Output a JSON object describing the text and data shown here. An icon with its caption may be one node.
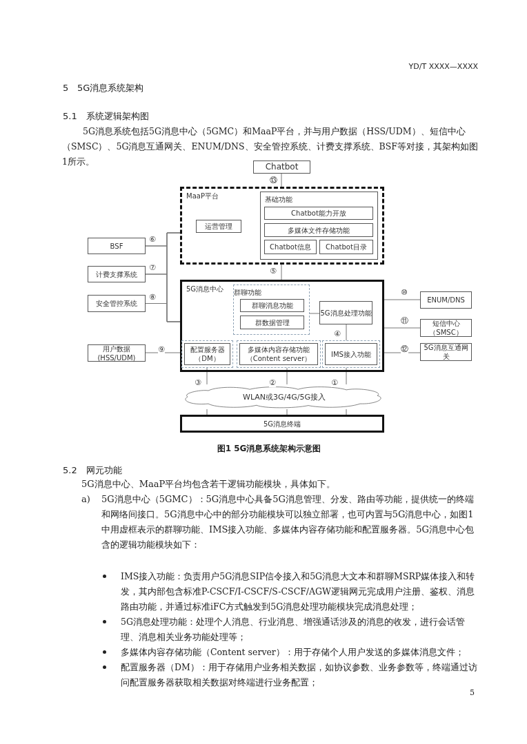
{
  "diagram": {
    "caption": "图1  5G消息系统架构示意图",
    "nodes": [
      {
        "text": [
          "Chatbot"
        ]
      },
      {
        "text": [
          "MaaP平台"
        ]
      },
      {
        "text": [
          "运营管理"
        ],
        "in": 1
      },
      {
        "text": [
          "基础功能"
        ],
        "in": 1
      },
      {
        "text": [
          "Chatbot能力开放"
        ],
        "in": 3
      },
      {
        "text": [
          "多媒体文件存储功能"
        ],
        "in": 3
      },
      {
        "text": [
          "Chatbot信息"
        ],
        "in": 3
      },
      {
        "text": [
          "Chatbot目录"
        ],
        "in": 3
      },
      {
        "text": [
          "BSF"
        ]
      },
      {
        "text": [
          "计费支撑系统"
        ]
      },
      {
        "text": [
          "安全管控系统"
        ]
      },
      {
        "text": [
          "用户数据(HSS/UDM)"
        ]
      },
      {
        "text": [
          "5G消息中心"
        ]
      },
      {
        "text": [
          "群聊功能"
        ],
        "in": 12
      },
      {
        "text": [
          "群聊消息功能"
        ],
        "in": 13
      },
      {
        "text": [
          "群数据管理"
        ],
        "in": 13
      },
      {
        "text": [
          "5G消息处理功能"
        ],
        "in": 12
      },
      {
        "text": [
          "配置服务器（DM）"
        ],
        "in": 12
      },
      {
        "text": [
          "多媒体内容存储功能（Content server）"
        ],
        "in": 12
      },
      {
        "text": [
          "IMS接入功能"
        ],
        "in": 12
      },
      {
        "text": [
          "ENUM/DNS"
        ]
      },
      {
        "text": [
          "短信中心（SMSC）"
        ]
      },
      {
        "text": [
          "5G消息互通网关"
        ]
      },
      {
        "text": [
          "WLAN或3G/4G/5G接入"
        ]
      },
      {
        "text": [
          "5G消息终端"
        ]
      }
    ],
    "edges": [
      {
        "from": 0,
        "to": 1,
        "arrow": "none",
        "label": "⑬"
      },
      {
        "from": 8,
        "to": 1,
        "arrow": "none",
        "label": "⑥"
      },
      {
        "from": 8,
        "to": 12,
        "arrow": "none"
      },
      {
        "from": 9,
        "to": 1,
        "arrow": "none",
        "label": "⑦"
      },
      {
        "from": 9,
        "to": 12,
        "arrow": "none"
      },
      {
        "from": 10,
        "to": 1,
        "arrow": "none",
        "label": "⑧"
      },
      {
        "from": 10,
        "to": 12,
        "arrow": "none"
      },
      {
        "from": 1,
        "to": 12,
        "arrow": "none",
        "label": "⑤"
      },
      {
        "from": 11,
        "to": 12,
        "arrow": "none",
        "label": "⑨"
      },
      {
        "from": 12,
        "to": 20,
        "arrow": "none",
        "label": "⑩"
      },
      {
        "from": 12,
        "to": 21,
        "arrow": "none",
        "label": "⑪"
      },
      {
        "from": 12,
        "to": 22,
        "arrow": "none",
        "label": "⑫"
      },
      {
        "from": 13,
        "to": 16,
        "arrow": "none"
      },
      {
        "from": 16,
        "to": 19,
        "arrow": "none",
        "label": "④"
      },
      {
        "from": 19,
        "to": 23,
        "arrow": "none",
        "label": "①"
      },
      {
        "from": 18,
        "to": 23,
        "arrow": "none",
        "label": "②"
      },
      {
        "from": 17,
        "to": 23,
        "arrow": "none",
        "label": "③"
      },
      {
        "from": 23,
        "to": 24,
        "arrow": "none"
      },
      {
        "from": 23,
        "to": 24,
        "arrow": "none"
      },
      {
        "from": 23,
        "to": 24,
        "arrow": "none"
      }
    ],
    "labels": [
      "YD/T XXXX—XXXX",
      "5",
      "5G消息系统架构",
      "5.1",
      "系统逻辑架构图",
      "5G消息系统包括5G消息中心（5GMC）和MaaP平台，并与用户数据（HSS/UDM）、短信中心（SMSC）、5G消息互通网关、ENUM/DNS、安全管控系统、计费支撑系统、BSF等对接，其架构如图1所示。",
      "5.2",
      "网元功能",
      "5G消息中心、MaaP平台均包含若干逻辑功能模块，具体如下。",
      "a)",
      "5G消息中心（5GMC）：5G消息中心具备5G消息管理、分发、路由等功能，提供统一的终端和网络间接口。5G消息中心中的部分功能模块可以独立部署，也可内置与5G消息中心，如图1中用虚框表示的群聊功能、IMS接入功能、多媒体内容存储功能和配置服务器。5G消息中心包含的逻辑功能模块如下：",
      "IMS接入功能：负责用户5G消息SIP信令接入和5G消息大文本和群聊MSRP媒体接入和转发，其内部包含标准P-CSCF/I-CSCF/S-CSCF/AGW逻辑网元完成用户注册、鉴权、消息路由功能，并通过标准iFC方式触发到5G消息处理功能模块完成消息处理；",
      "5G消息处理功能：处理个人消息、行业消息、增强通话涉及的消息的收发，进行会话管理、消息相关业务功能处理等；",
      "多媒体内容存储功能（Content server）：用于存储个人用户发送的多媒体消息文件；",
      "配置服务器（DM）：用于存储用户业务相关数据，如协议参数、业务参数等，终端通过访问配置服务器获取相关数据对终端进行业务配置；",
      "5"
    ]
  }
}
